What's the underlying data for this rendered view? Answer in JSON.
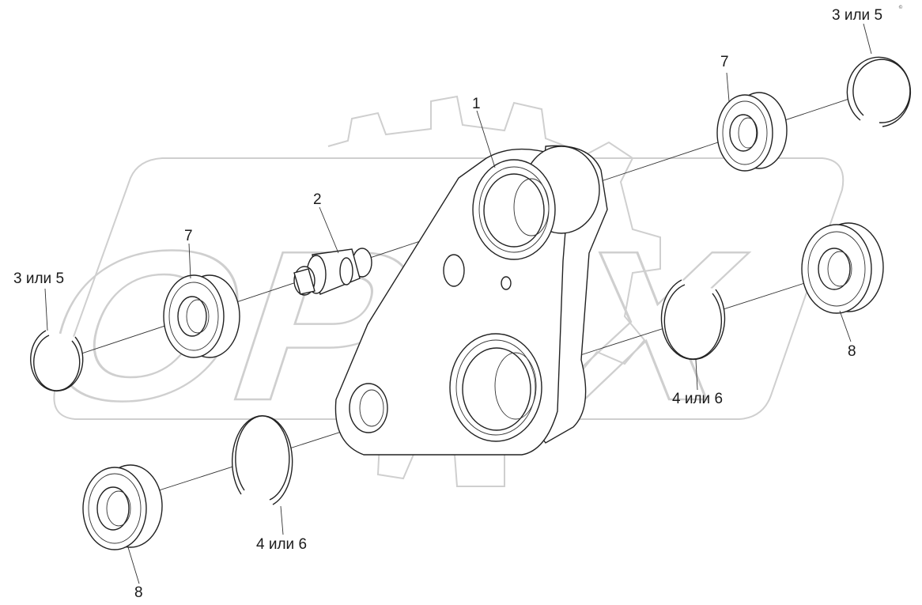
{
  "colors": {
    "ink": "#222222",
    "watermark": "#cfcfcf",
    "background": "#ffffff"
  },
  "watermark": {
    "text": "ОРЕХ"
  },
  "corner_mark": "© ",
  "callouts": [
    {
      "id": "c1",
      "text": "1"
    },
    {
      "id": "c2",
      "text": "2"
    },
    {
      "id": "c3",
      "text": "3 или 5"
    },
    {
      "id": "c4",
      "text": "3 или 5"
    },
    {
      "id": "c5",
      "text": "7"
    },
    {
      "id": "c6",
      "text": "7"
    },
    {
      "id": "c7",
      "text": "4 или 6"
    },
    {
      "id": "c8",
      "text": "4 или 6"
    },
    {
      "id": "c9",
      "text": "8"
    },
    {
      "id": "c10",
      "text": "8"
    }
  ]
}
